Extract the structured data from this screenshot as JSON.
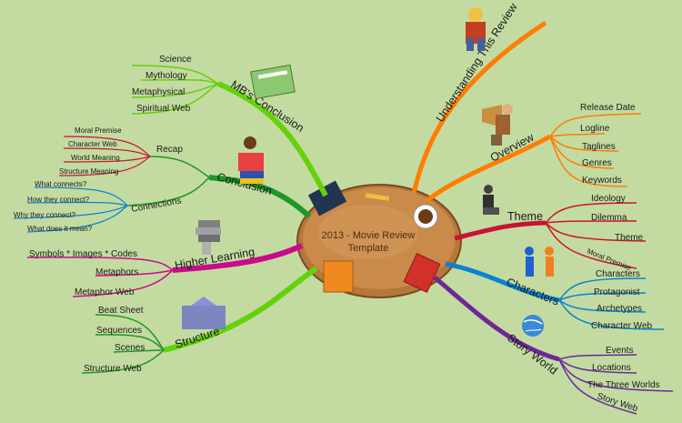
{
  "colors": {
    "background": "#c3dba1",
    "green": "#64d20a",
    "orange": "#ff7d00",
    "red": "#c81432",
    "blue": "#0a82d2",
    "purple": "#6e2896",
    "magenta": "#c80a8c",
    "darkgreen": "#1e9628",
    "table": "#c98a4a"
  },
  "center": {
    "line1": "2013 - Movie Review",
    "line2": "Template"
  },
  "branches": {
    "mbs_conclusion": {
      "label": "MB's Conclusion",
      "children": [
        "Science",
        "Mythology",
        "Metaphysical",
        "Spiritual Web"
      ]
    },
    "conclusion": {
      "label": "Conclusion"
    },
    "recap": {
      "label": "Recap",
      "children": [
        "Moral Premise",
        "Character Web",
        "World Meaning",
        "Structure Meaning"
      ]
    },
    "connections": {
      "label": "Connections",
      "children": [
        "What connects?",
        "How they connect?",
        "Why they connect?",
        "What does it mean?"
      ]
    },
    "higher_learning": {
      "label": "Higher Learning",
      "children": [
        "Symbols * Images * Codes",
        "Metaphors",
        "Metaphor Web"
      ]
    },
    "structure": {
      "label": "Structure",
      "children": [
        "Beat Sheet",
        "Sequences",
        "Scenes",
        "Structure Web"
      ]
    },
    "understanding": {
      "label": "Understanding This Review"
    },
    "overview": {
      "label": "Overview",
      "children": [
        "Release Date",
        "Logline",
        "Taglines",
        "Genres",
        "Keywords"
      ]
    },
    "theme": {
      "label": "Theme",
      "children": [
        "Ideology",
        "Dilemma",
        "Theme",
        "Moral Premise"
      ]
    },
    "characters": {
      "label": "Characters",
      "children": [
        "Characters",
        "Protagonist",
        "Archetypes",
        "Character Web"
      ]
    },
    "story_world": {
      "label": "Story World",
      "children": [
        "Events",
        "Locations",
        "The Three Worlds",
        "Story Web"
      ]
    }
  },
  "icons": [
    "person-icon",
    "megaphone-icon",
    "books-icon",
    "people-icon",
    "globe-icon",
    "house-icon",
    "notebook-icon",
    "coffee-cup-icon"
  ]
}
